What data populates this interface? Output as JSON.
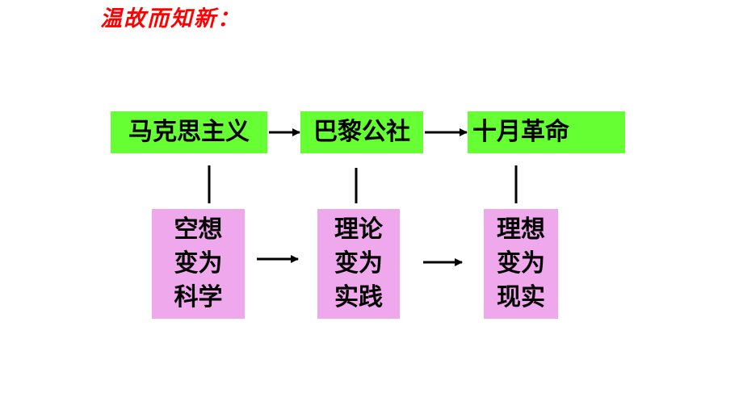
{
  "title": "温故而知新：",
  "stages": [
    {
      "label": "马克思主义",
      "meaning_lines": [
        "空想",
        "变为",
        "科学"
      ]
    },
    {
      "label": "巴黎公社",
      "meaning_lines": [
        "理论",
        "变为",
        "实践"
      ]
    },
    {
      "label": "十月革命",
      "meaning_lines": [
        "理想",
        "变为",
        "现实"
      ]
    }
  ],
  "colors": {
    "title": "#ff0000",
    "stage_box": "#66ff33",
    "meaning_box": "#f0a8ec"
  }
}
